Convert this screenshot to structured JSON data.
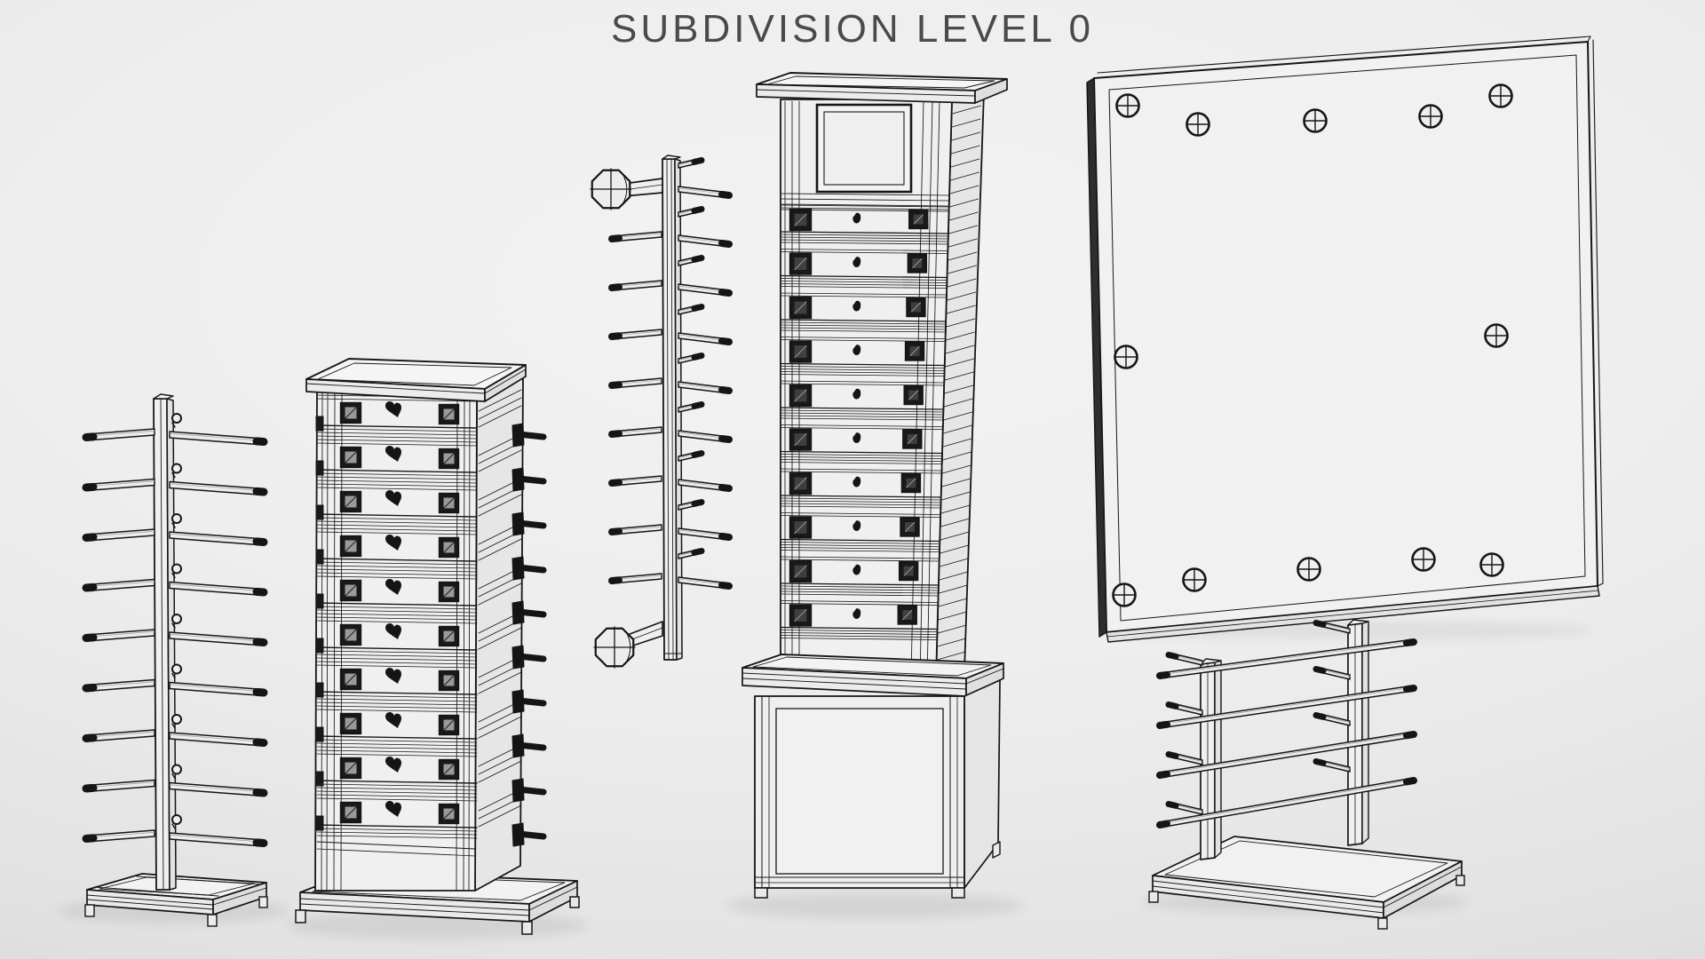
{
  "title": "SUBDIVISION LEVEL 0",
  "scene": {
    "background_top": "#f3f3f3",
    "background_bottom": "#d6d6d6",
    "line_color": "#161616",
    "face_color": "#f0f0f0",
    "side_face_color": "#e6e6e6",
    "dark_fill": "#151515",
    "title_color": "#4a4a4a",
    "objects": [
      {
        "name": "single-pole-peg-stand"
      },
      {
        "name": "display-tower"
      },
      {
        "name": "peg-pole-with-knobs"
      },
      {
        "name": "display-tower-on-counter"
      },
      {
        "name": "pegboard-panel"
      },
      {
        "name": "double-post-rack"
      }
    ]
  }
}
